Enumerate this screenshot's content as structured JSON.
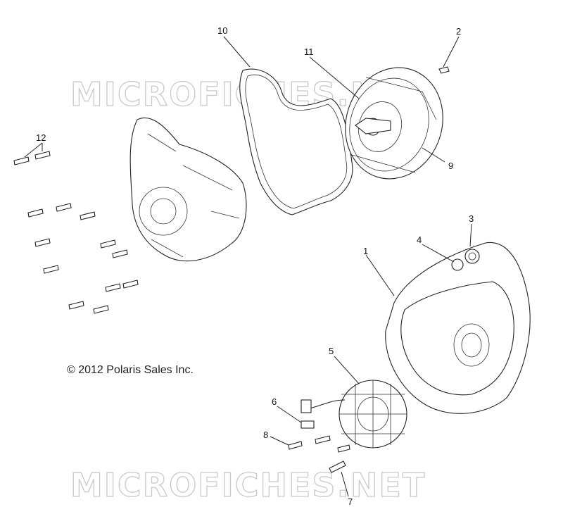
{
  "watermark": "MICROFICHES.NET",
  "copyright": "© 2012 Polaris Sales Inc.",
  "callouts": {
    "c1": "1",
    "c2": "2",
    "c3": "3",
    "c4": "4",
    "c5": "5",
    "c6": "6",
    "c7": "7",
    "c8": "8",
    "c9": "9",
    "c10": "10",
    "c11": "11",
    "c12": "12"
  }
}
